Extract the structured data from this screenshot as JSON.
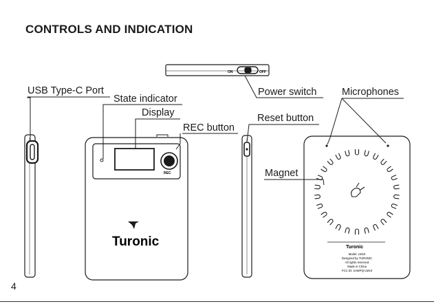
{
  "page": {
    "heading": "CONTROLS AND INDICATION",
    "page_number": "4"
  },
  "callouts": {
    "usb_port": "USB Type-C Port",
    "state_indicator": "State indicator",
    "display": "Display",
    "rec_button": "REC button",
    "power_switch": "Power switch",
    "reset_button": "Reset button",
    "microphones": "Microphones",
    "magnet": "Magnet"
  },
  "device": {
    "switch_on": "ON",
    "switch_off": "OFF",
    "rec_label": "REC",
    "brand": "Turonic",
    "back_label": {
      "brand": "Turonic",
      "lines": [
        "Model: LM10",
        "Designed by TURONIC",
        "All rights reserved",
        "Made in China",
        "FCC ID: 2AWPQ-LM10"
      ]
    }
  }
}
